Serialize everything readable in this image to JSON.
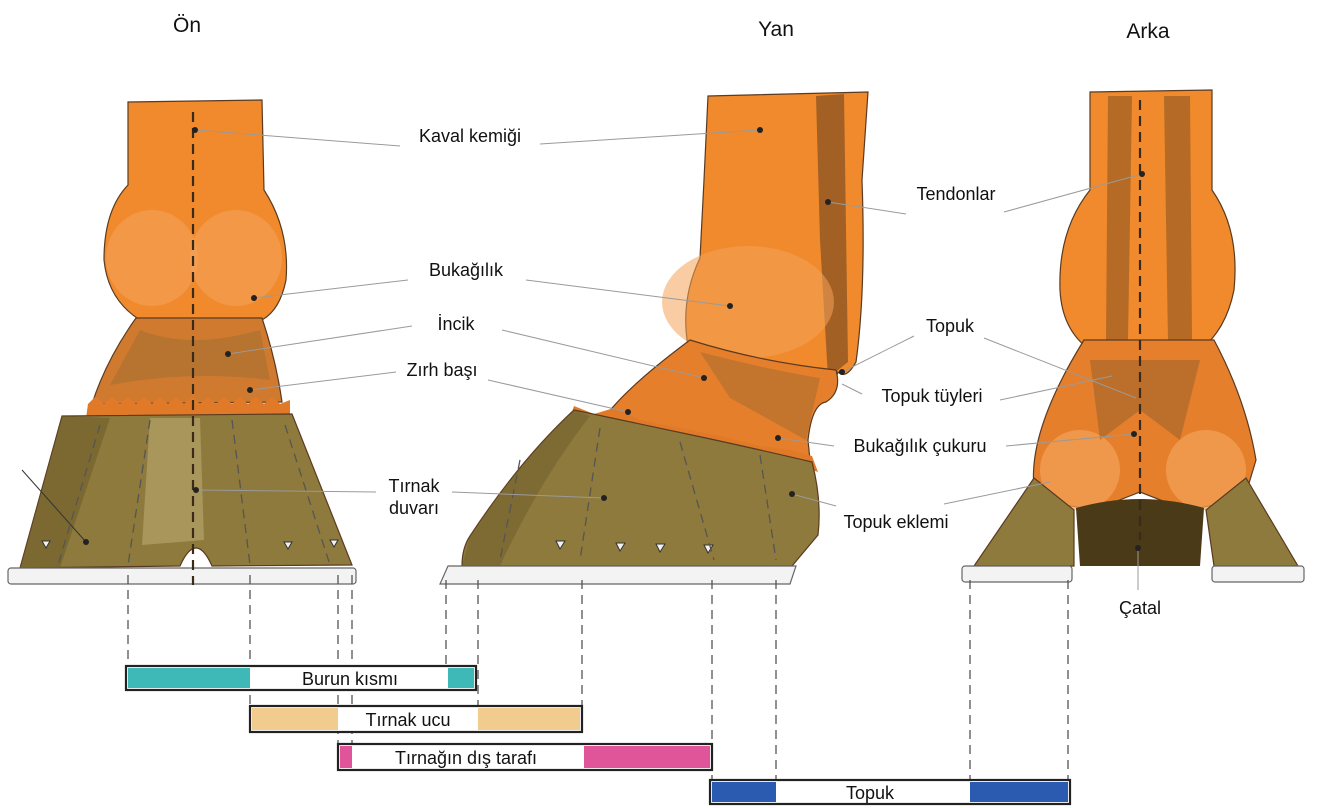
{
  "views": {
    "front": "Ön",
    "side": "Yan",
    "back": "Arka"
  },
  "labels": {
    "kaval": "Kaval kemiği",
    "tendon": "Tendonlar",
    "bukagilik": "Bukağılık",
    "incik": "İncik",
    "topuk": "Topuk",
    "zirh": "Zırh başı",
    "topuk_tuyleri": "Topuk tüyleri",
    "bukagilik_cukuru": "Bukağılık çukuru",
    "tirnak_duvari_1": "Tırnak",
    "tirnak_duvari_2": "duvarı",
    "topuk_eklemi": "Topuk eklemi",
    "catal": "Çatal"
  },
  "regions": {
    "burun": "Burun kısmı",
    "tirnak_ucu": "Tırnak ucu",
    "dis_taraf": "Tırnağın dış tarafı",
    "topuk": "Topuk"
  },
  "colors": {
    "leg": "#f08a2c",
    "leg_dark": "#d0691a",
    "shadow": "#8a5a2a",
    "hoof": "#8e7a3c",
    "hoof_light": "#b09a5a",
    "burun": "#3fb8b8",
    "tirnak_ucu": "#f2cc8f",
    "dis_taraf": "#e0559a",
    "topuk": "#2a5bb0"
  }
}
